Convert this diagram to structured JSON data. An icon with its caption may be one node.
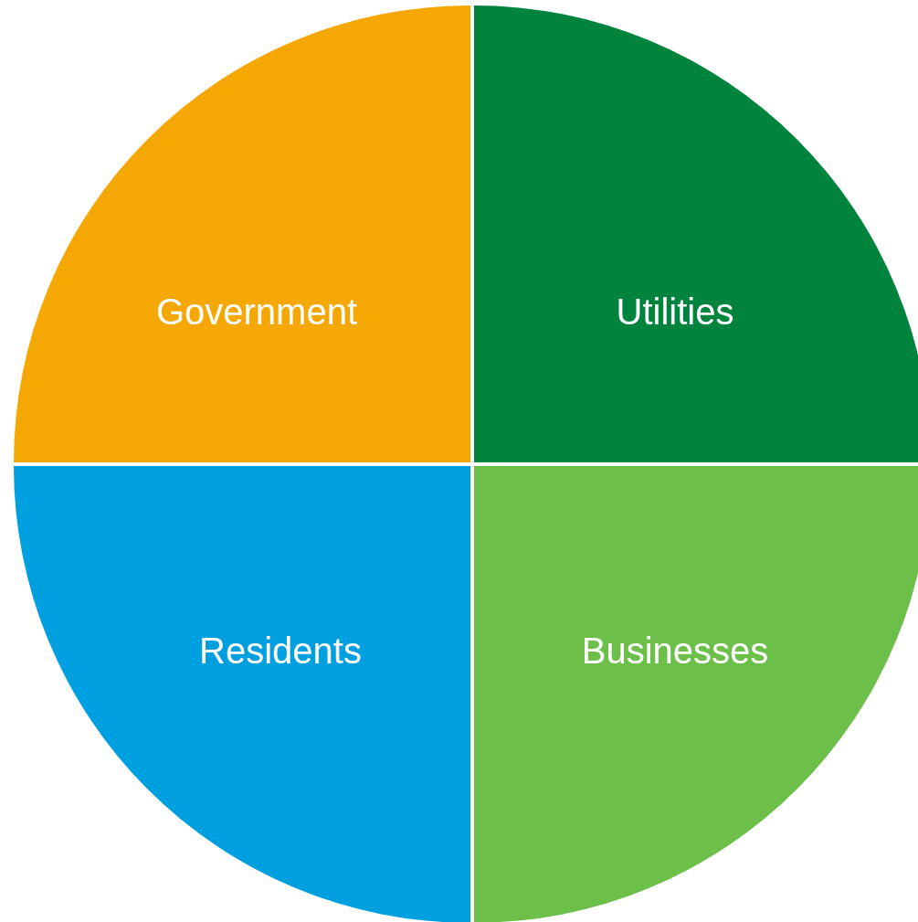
{
  "diagram": {
    "nodes": [
      {
        "text": [
          "Government"
        ]
      },
      {
        "text": [
          "Utilities"
        ]
      },
      {
        "text": [
          "Residents"
        ]
      },
      {
        "text": [
          "Businesses"
        ]
      }
    ]
  }
}
